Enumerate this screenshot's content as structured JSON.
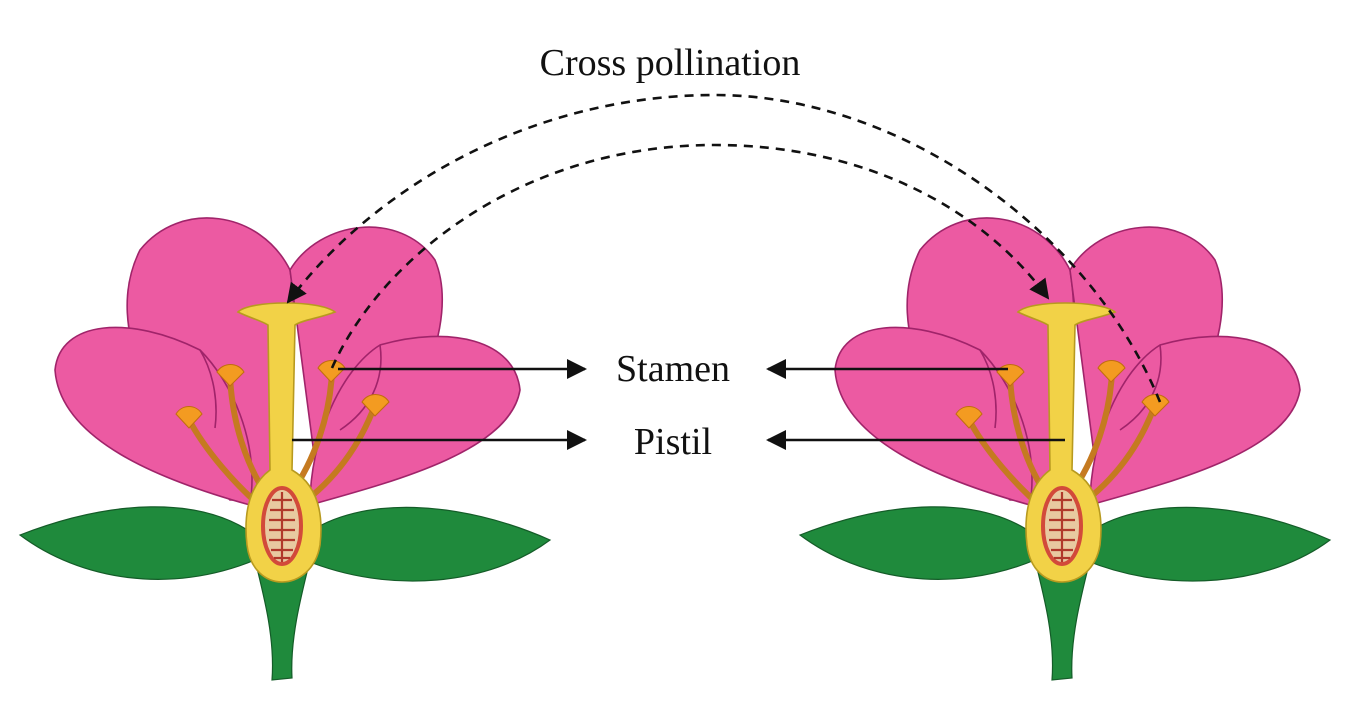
{
  "title": "Cross pollination",
  "labels": {
    "stamen": "Stamen",
    "pistil": "Pistil"
  },
  "colors": {
    "petal": "#ec5aa2",
    "petal_stroke": "#a0246a",
    "leaf": "#1f8a3c",
    "leaf_stroke": "#145c28",
    "pistil": "#f2d247",
    "pistil_stroke": "#b89a1f",
    "filament": "#c57a20",
    "anther": "#f39b21",
    "ovary_inner": "#d24a3a",
    "arrow": "#111111"
  }
}
